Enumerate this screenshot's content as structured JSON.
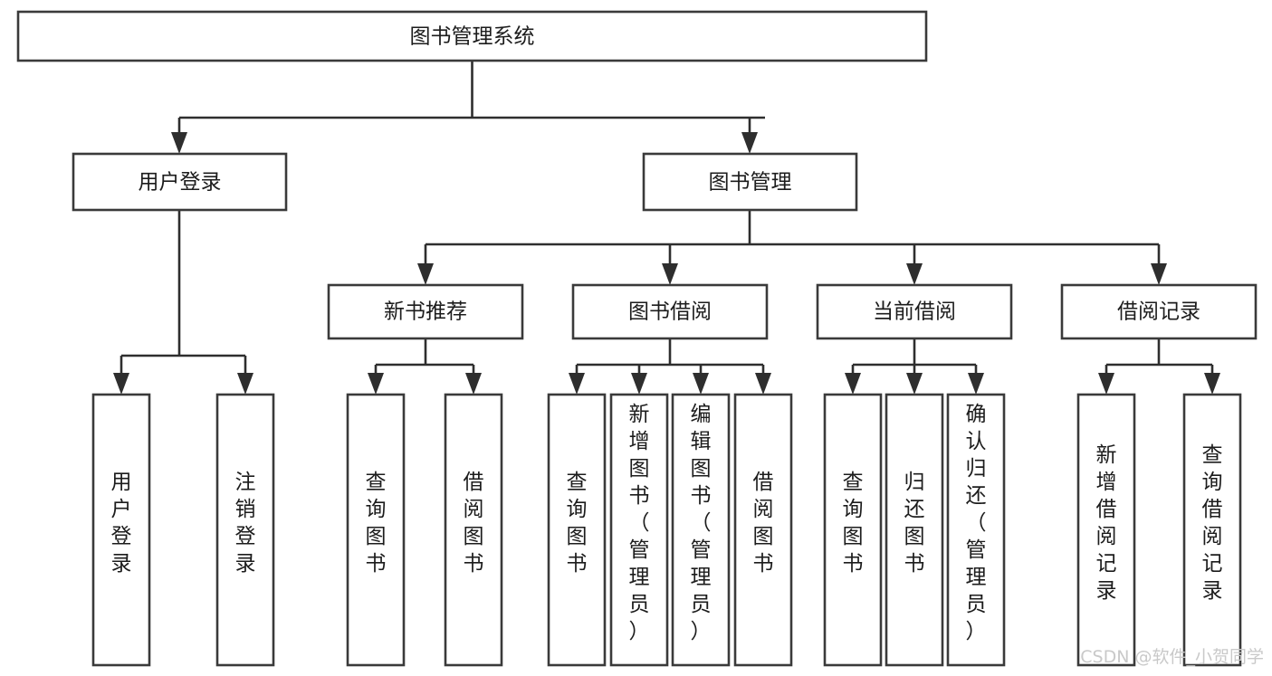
{
  "diagram": {
    "type": "tree-hierarchy-chart",
    "title": "图书管理系统",
    "colors": {
      "box_stroke": "#3a3a3a",
      "box_fill": "#ffffff",
      "connector": "#2e2e2e",
      "text": "#1c1c1c",
      "background": "#ffffff",
      "watermark": "#c9c9c9"
    },
    "root": {
      "id": "root",
      "label": "图书管理系统",
      "orientation": "horizontal"
    },
    "level2": [
      {
        "id": "user-login",
        "label": "用户登录",
        "orientation": "horizontal"
      },
      {
        "id": "book-management",
        "label": "图书管理",
        "orientation": "horizontal"
      }
    ],
    "level3": [
      {
        "id": "new-book-recommend",
        "label": "新书推荐",
        "parent": "book-management",
        "orientation": "horizontal"
      },
      {
        "id": "book-borrow",
        "label": "图书借阅",
        "parent": "book-management",
        "orientation": "horizontal"
      },
      {
        "id": "current-borrow",
        "label": "当前借阅",
        "parent": "book-management",
        "orientation": "horizontal"
      },
      {
        "id": "borrow-record",
        "label": "借阅记录",
        "parent": "book-management",
        "orientation": "horizontal"
      }
    ],
    "leaves": [
      {
        "id": "leaf-user-login",
        "label": "用户登录",
        "parent": "user-login",
        "orientation": "vertical"
      },
      {
        "id": "leaf-user-logout",
        "label": "注销登录",
        "parent": "user-login",
        "orientation": "vertical"
      },
      {
        "id": "leaf-query-book-1",
        "label": "查询图书",
        "parent": "new-book-recommend",
        "orientation": "vertical"
      },
      {
        "id": "leaf-borrow-book-1",
        "label": "借阅图书",
        "parent": "new-book-recommend",
        "orientation": "vertical"
      },
      {
        "id": "leaf-query-book-2",
        "label": "查询图书",
        "parent": "book-borrow",
        "orientation": "vertical"
      },
      {
        "id": "leaf-add-book",
        "label": "新增图书（管理员）",
        "parent": "book-borrow",
        "orientation": "vertical"
      },
      {
        "id": "leaf-edit-book",
        "label": "编辑图书（管理员）",
        "parent": "book-borrow",
        "orientation": "vertical"
      },
      {
        "id": "leaf-borrow-book-2",
        "label": "借阅图书",
        "parent": "book-borrow",
        "orientation": "vertical"
      },
      {
        "id": "leaf-query-book-3",
        "label": "查询图书",
        "parent": "current-borrow",
        "orientation": "vertical"
      },
      {
        "id": "leaf-return-book",
        "label": "归还图书",
        "parent": "current-borrow",
        "orientation": "vertical"
      },
      {
        "id": "leaf-confirm-return",
        "label": "确认归还（管理员）",
        "parent": "current-borrow",
        "orientation": "vertical"
      },
      {
        "id": "leaf-add-record",
        "label": "新增借阅记录",
        "parent": "borrow-record",
        "orientation": "vertical"
      },
      {
        "id": "leaf-query-record",
        "label": "查询借阅记录",
        "parent": "borrow-record",
        "orientation": "vertical"
      }
    ],
    "watermark": "CSDN @软件_小贺同学"
  }
}
